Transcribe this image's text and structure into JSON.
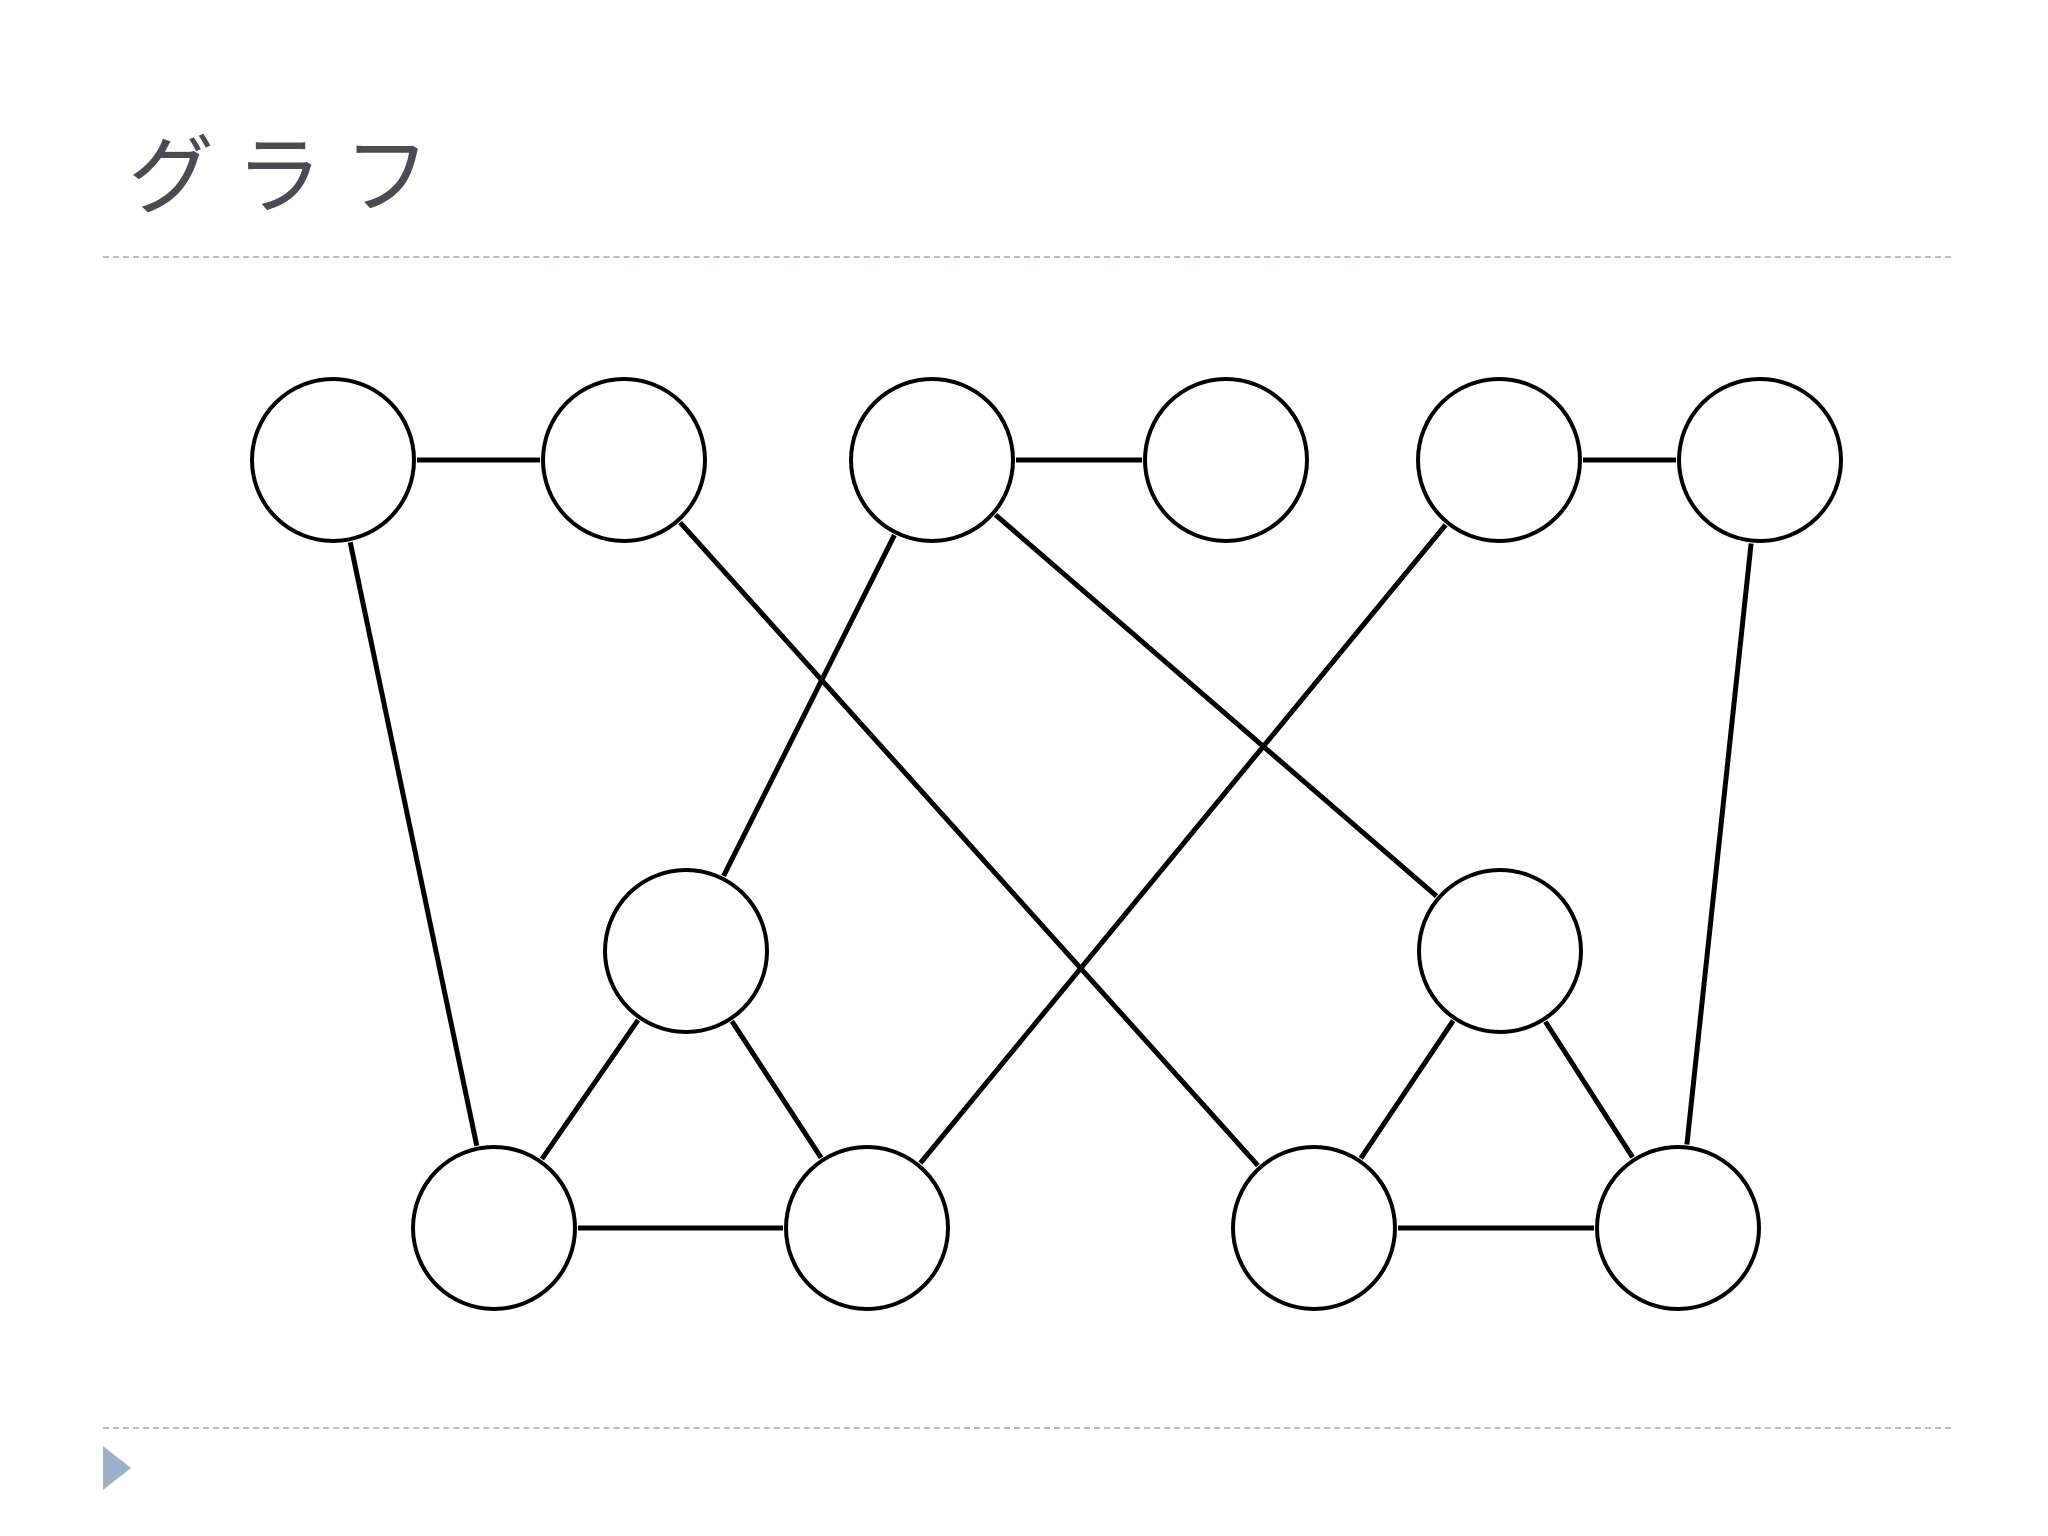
{
  "slide": {
    "title": "グラフ"
  },
  "graph": {
    "nodes": [
      {
        "id": "n1",
        "label": ""
      },
      {
        "id": "n2",
        "label": ""
      },
      {
        "id": "n3",
        "label": ""
      },
      {
        "id": "n4",
        "label": ""
      },
      {
        "id": "n5",
        "label": ""
      },
      {
        "id": "n6",
        "label": ""
      },
      {
        "id": "n7",
        "label": ""
      },
      {
        "id": "n8",
        "label": ""
      },
      {
        "id": "n9",
        "label": ""
      },
      {
        "id": "n10",
        "label": ""
      },
      {
        "id": "n11",
        "label": ""
      },
      {
        "id": "n12",
        "label": ""
      }
    ],
    "edges": [
      [
        "n1",
        "n2"
      ],
      [
        "n3",
        "n4"
      ],
      [
        "n5",
        "n6"
      ],
      [
        "n1",
        "n9"
      ],
      [
        "n2",
        "n11"
      ],
      [
        "n3",
        "n7"
      ],
      [
        "n3",
        "n8"
      ],
      [
        "n5",
        "n10"
      ],
      [
        "n6",
        "n12"
      ],
      [
        "n7",
        "n9"
      ],
      [
        "n7",
        "n10"
      ],
      [
        "n8",
        "n11"
      ],
      [
        "n8",
        "n12"
      ],
      [
        "n9",
        "n10"
      ],
      [
        "n11",
        "n12"
      ]
    ]
  },
  "colors": {
    "title_text": "#4b4b55",
    "rule": "#b3bfcd",
    "marker": "#9db2c8",
    "stroke": "#000000"
  }
}
